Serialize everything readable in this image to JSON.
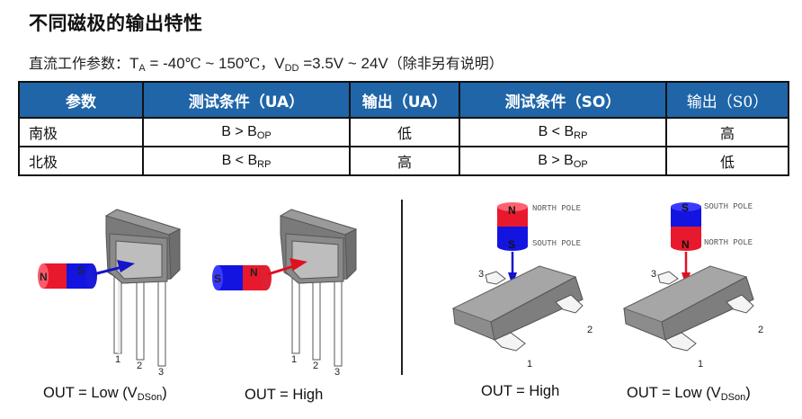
{
  "title": "不同磁极的输出特性",
  "params": {
    "prefix": "直流工作参数：",
    "ta_symbol": "T",
    "ta_sub": "A",
    "ta_range_a": " = -40",
    "unit_c1": "℃",
    "ta_range_b": " ~ 150",
    "unit_c2": "℃，",
    "vdd_symbol": "V",
    "vdd_sub": "DD",
    "vdd_range": " =3.5V ~ 24V",
    "suffix": "（除非另有说明）"
  },
  "table": {
    "headers": [
      "参数",
      "测试条件（UA）",
      "输出（UA）",
      "测试条件（SO）",
      "输出（S0）"
    ],
    "rows": [
      {
        "param": "南极",
        "cond_ua": {
          "main": "B > B",
          "sub": "OP"
        },
        "out_ua": "低",
        "cond_so": {
          "main": "B < B",
          "sub": "RP"
        },
        "out_so": "高"
      },
      {
        "param": "北极",
        "cond_ua": {
          "main": "B < B",
          "sub": "RP"
        },
        "out_ua": "高",
        "cond_so": {
          "main": "B > B",
          "sub": "OP"
        },
        "out_so": "低"
      }
    ]
  },
  "figures": {
    "ua_south": {
      "magnet_front": "S",
      "magnet_back": "N",
      "pins": [
        "1",
        "2",
        "3"
      ],
      "caption_main": "OUT = Low (V",
      "caption_sub": "DSon",
      "caption_end": ")"
    },
    "ua_north": {
      "magnet_front": "N",
      "magnet_back": "S",
      "pins": [
        "1",
        "2",
        "3"
      ],
      "caption_main": "OUT = High"
    },
    "so_north": {
      "magnet_top": "N",
      "magnet_bottom": "S",
      "label_top": "NORTH POLE",
      "label_bottom": "SOUTH POLE",
      "pins": [
        "1",
        "2",
        "3"
      ],
      "caption_main": "OUT = High"
    },
    "so_south": {
      "magnet_top": "S",
      "magnet_bottom": "N",
      "label_top": "SOUTH POLE",
      "label_bottom": "NORTH POLE",
      "pins": [
        "1",
        "2",
        "3"
      ],
      "caption_main": "OUT = Low (V",
      "caption_sub": "DSon",
      "caption_end": ")"
    }
  },
  "colors": {
    "header_bg": "#1f65a8",
    "north_red": "#e8192c",
    "south_blue": "#1414e0",
    "package_gray": "#8c8c8c"
  }
}
